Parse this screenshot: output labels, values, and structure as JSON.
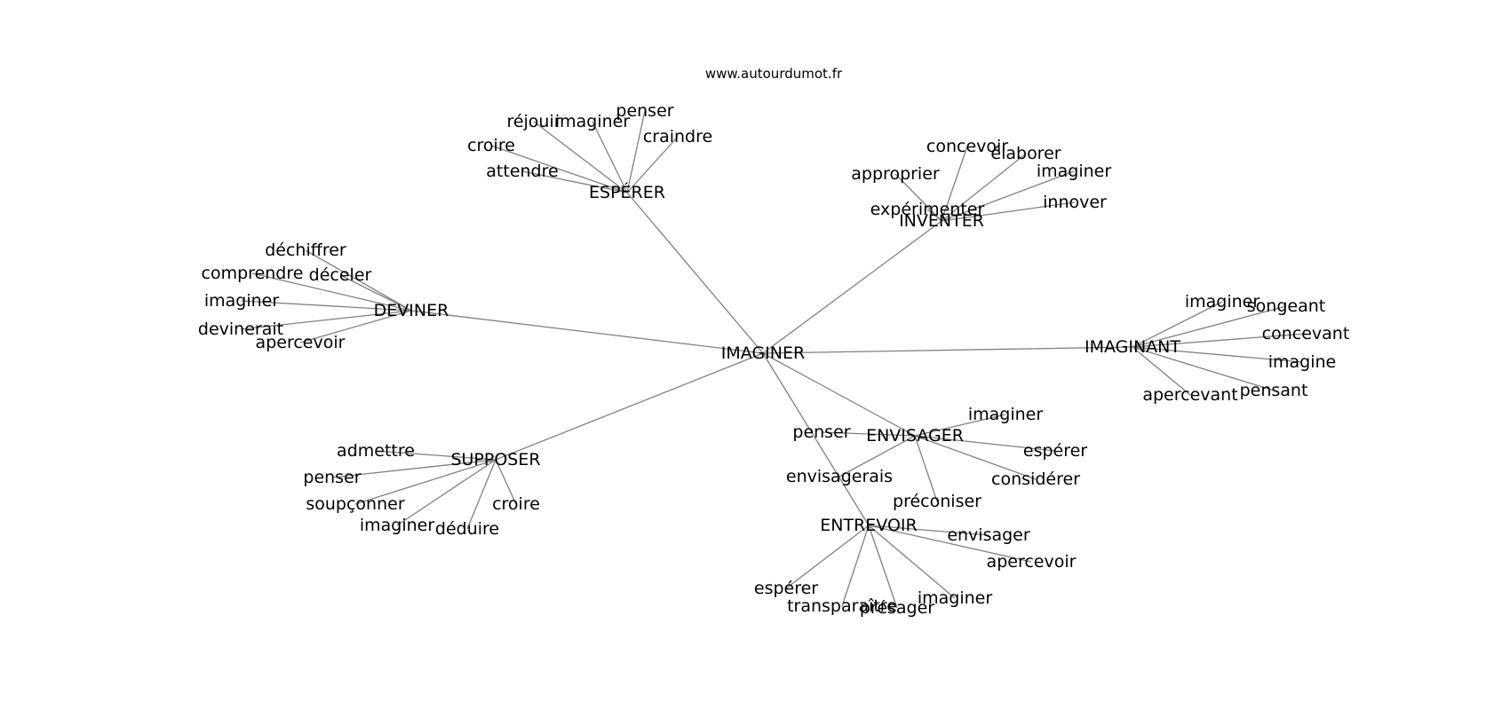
{
  "source": "www.autourdumot.fr",
  "colors": {
    "edge": "#808080",
    "text": "#000000",
    "background": "#ffffff"
  },
  "graph": {
    "center": "IMAGINER",
    "hubs": [
      {
        "id": "esperer",
        "label": "ESPÉRER",
        "leaves": [
          "réjouir",
          "imaginer",
          "penser",
          "craindre",
          "croire",
          "attendre"
        ]
      },
      {
        "id": "inventer",
        "label": "INVENTER",
        "leaves": [
          "concevoir",
          "élaborer",
          "approprier",
          "imaginer",
          "expérimenter",
          "innover"
        ]
      },
      {
        "id": "deviner",
        "label": "DEVINER",
        "leaves": [
          "déchiffrer",
          "comprendre",
          "déceler",
          "imaginer",
          "devinerait",
          "apercevoir"
        ]
      },
      {
        "id": "imaginant",
        "label": "IMAGINANT",
        "leaves": [
          "imaginer",
          "songeant",
          "concevant",
          "imagine",
          "apercevant",
          "pensant"
        ]
      },
      {
        "id": "supposer",
        "label": "SUPPOSER",
        "leaves": [
          "admettre",
          "penser",
          "soupçonner",
          "imaginer",
          "déduire",
          "croire"
        ]
      },
      {
        "id": "envisager",
        "label": "ENVISAGER",
        "leaves": [
          "imaginer",
          "penser",
          "espérer",
          "envisagerais",
          "considérer",
          "préconiser"
        ]
      },
      {
        "id": "entrevoir",
        "label": "ENTREVOIR",
        "leaves": [
          "envisager",
          "apercevoir",
          "espérer",
          "transparaître",
          "présager",
          "imaginer"
        ]
      }
    ]
  }
}
